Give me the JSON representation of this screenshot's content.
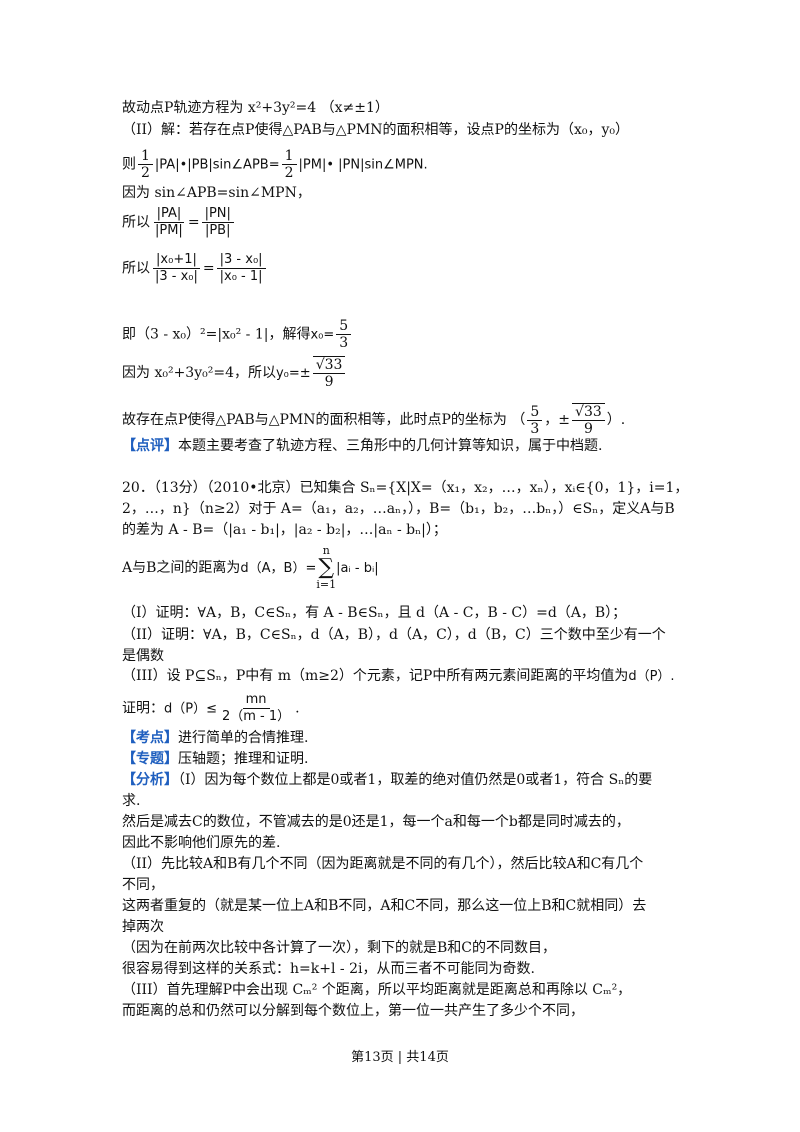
{
  "lines": {
    "l1": "故动点P轨迹方程为 x²+3y²=4 （x≠±1）",
    "l2": "（II）解：若存在点P使得△PAB与△PMN的面积相等，设点P的坐标为（x₀，y₀）",
    "l3_pre": "则",
    "l3_mid": "|PA|•|PB|sin∠APB=",
    "l3_post": "|PM|• |PN|sin∠MPN.",
    "l4": "因为 sin∠APB=sin∠MPN，",
    "l5_pre": "所以",
    "l6_pre": "所以",
    "l7_pre": "即（3 - x₀）²=|x₀² - 1|，解得",
    "l8_pre": "因为 x₀²+3y₀²=4，所以",
    "l9_pre": "故存在点P使得△PAB与△PMN的面积相等，此时点P的坐标为",
    "l10_tag": "【点评】",
    "l10_text": "本题主要考查了轨迹方程、三角形中的几何计算等知识，属于中档题.",
    "q20_a": "20．（13分）（2010•北京）已知集合 Sₙ={X|X=（x₁，x₂，…，xₙ），xᵢ∈{0，1}，i=1，",
    "q20_b": "2，…，n}（n≥2）对于 A=（a₁，a₂，…aₙ，），B=（b₁，b₂，…bₙ，）∈Sₙ，定义A与B",
    "q20_c": "的差为 A - B=（|a₁ - b₁|，|a₂ - b₂|，…|aₙ - bₙ|）；",
    "q20_d": "A与B之间的距离为",
    "q20_e": "（I）证明：∀A，B，C∈Sₙ，有 A - B∈Sₙ，且 d（A - C，B - C）=d（A，B）；",
    "q20_f": "（II）证明：∀A，B，C∈Sₙ，d（A，B），d（A，C），d（B，C）三个数中至少有一个",
    "q20_g": "是偶数",
    "q20_h": "（III）设 P⊆Sₙ，P中有 m（m≥2）个元素，记P中所有两元素间距离的平均值为",
    "q20_h2": "d（P）.",
    "q20_i_pre": "证明：",
    "q20_i_mid": "d（P）≤",
    "q20_i_post": ".",
    "kd_tag": "【考点】",
    "kd_text": "进行简单的合情推理.",
    "zt_tag": "【专题】",
    "zt_text": "压轴题；推理和证明.",
    "fx_tag": "【分析】",
    "fx_1": "（I）因为每个数位上都是0或者1，取差的绝对值仍然是0或者1，符合 Sₙ的要",
    "fx_2": "求.",
    "fx_3": "然后是减去C的数位，不管减去的是0还是1，每一个a和每一个b都是同时减去的，",
    "fx_4": "因此不影响他们原先的差.",
    "fx_5": "（II）先比较A和B有几个不同（因为距离就是不同的有几个），然后比较A和C有几个",
    "fx_6": "不同，",
    "fx_7": "这两者重复的（就是某一位上A和B不同，A和C不同，那么这一位上B和C就相同）去",
    "fx_8": "掉两次",
    "fx_9": "（因为在前两次比较中各计算了一次），剩下的就是B和C的不同数目，",
    "fx_10": "很容易得到这样的关系式：h=k+l - 2i，从而三者不可能同为奇数.",
    "fx_11": "（III）首先理解P中会出现 Cₘ² 个距离，所以平均距离就是距离总和再除以 Cₘ²，",
    "fx_12": "而距离的总和仍然可以分解到每个数位上，第一位一共产生了多少个不同，"
  },
  "math": {
    "half_n": "1",
    "half_d": "2",
    "r1_n": "|PA|",
    "r1_d": "|PM|",
    "r1_eq": "=",
    "r2_n": "|PN|",
    "r2_d": "|PB|",
    "r3_n": "|x₀+1|",
    "r3_d": "|3 - x₀|",
    "r4_n": "|3 - x₀|",
    "r4_d": "|x₀ - 1|",
    "x0": "x₀=",
    "x0_n": "5",
    "x0_d": "3",
    "y0": "y₀=±",
    "y0_n": "√33",
    "y0_d": "9",
    "c1_n": "5",
    "c1_d": "3",
    "c2_pm": "±",
    "c2_n": "√33",
    "c2_d": "9",
    "dist_lhs": "d（A，B）=",
    "sum_top": "n",
    "sum_sym": "∑",
    "sum_bot": "i=1",
    "dist_rhs": "|aᵢ - bᵢ|",
    "bound_n": "mn",
    "bound_d": "2（m - 1）"
  },
  "footer": "第13页 | 共14页",
  "colors": {
    "accent": "#1f5fbf"
  }
}
